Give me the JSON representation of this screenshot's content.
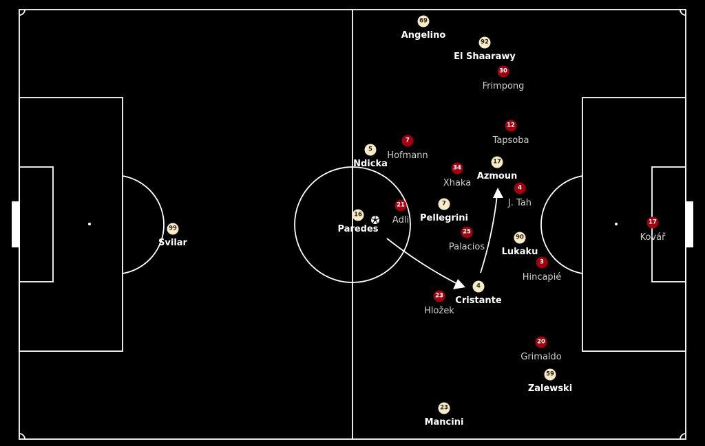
{
  "colors": {
    "background": "#000000",
    "lines": "#ffffff",
    "home_badge": "#f8ecc8",
    "away_badge": "#a3000f"
  },
  "ball_icon": "football-icon",
  "home_players": [
    {
      "number": "99",
      "name": "Svilar"
    },
    {
      "number": "69",
      "name": "Angelino"
    },
    {
      "number": "92",
      "name": "El Shaarawy"
    },
    {
      "number": "5",
      "name": "Ndicka"
    },
    {
      "number": "17",
      "name": "Azmoun"
    },
    {
      "number": "16",
      "name": "Paredes"
    },
    {
      "number": "7",
      "name": "Pellegrini"
    },
    {
      "number": "90",
      "name": "Lukaku"
    },
    {
      "number": "4",
      "name": "Cristante"
    },
    {
      "number": "59",
      "name": "Zalewski"
    },
    {
      "number": "23",
      "name": "Mancini"
    }
  ],
  "away_players": [
    {
      "number": "30",
      "name": "Frimpong"
    },
    {
      "number": "12",
      "name": "Tapsoba"
    },
    {
      "number": "7",
      "name": "Hofmann"
    },
    {
      "number": "34",
      "name": "Xhaka"
    },
    {
      "number": "4",
      "name": "J. Tah"
    },
    {
      "number": "21",
      "name": "Adli"
    },
    {
      "number": "25",
      "name": "Palacios"
    },
    {
      "number": "3",
      "name": "Hincapié"
    },
    {
      "number": "23",
      "name": "Hložek"
    },
    {
      "number": "20",
      "name": "Grimaldo"
    },
    {
      "number": "17",
      "name": "Kovář"
    }
  ]
}
